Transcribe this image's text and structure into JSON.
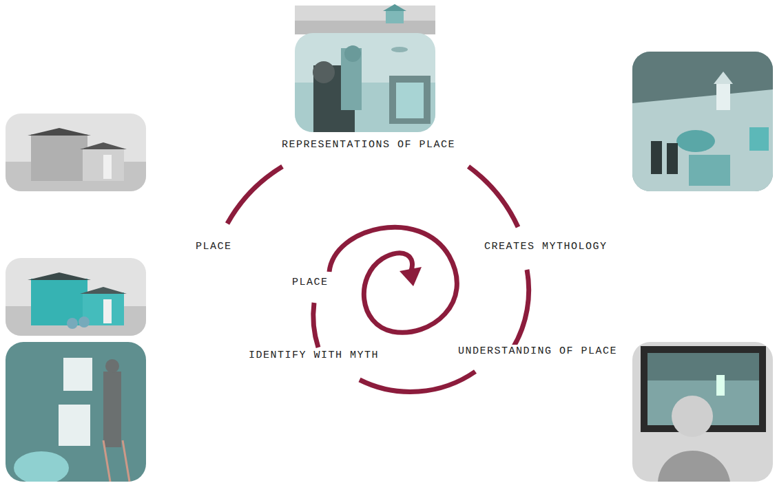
{
  "diagram": {
    "labels": [
      "REPRESENTATIONS OF PLACE",
      "PLACE",
      "CREATES MYTHOLOGY",
      "PLACE",
      "IDENTIFY WITH MYTH",
      "UNDERSTANDING OF PLACE"
    ]
  }
}
